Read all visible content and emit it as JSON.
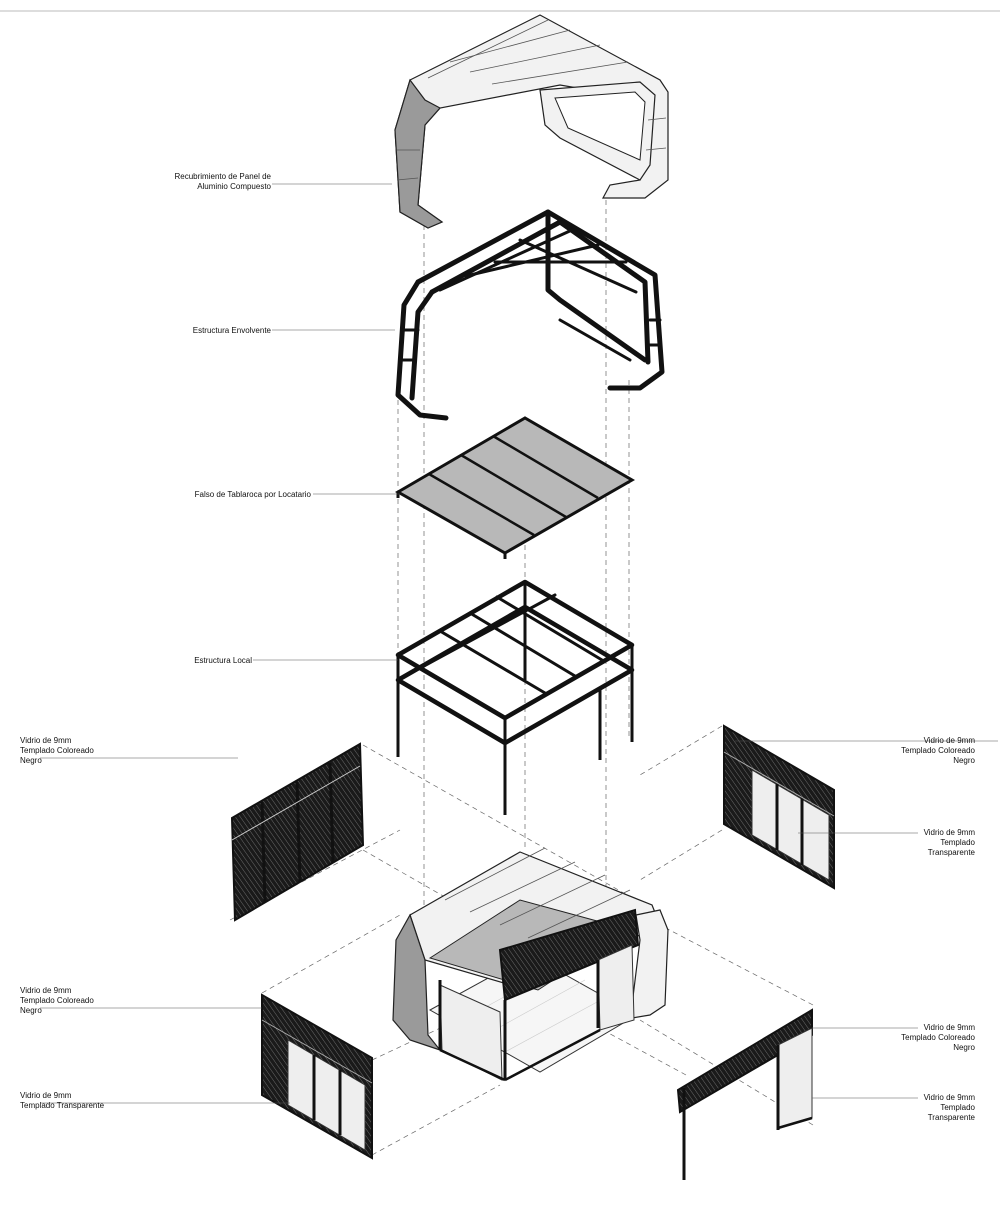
{
  "labels": {
    "cladding": [
      "Recubrimiento de Panel de",
      "Aluminio Compuesto"
    ],
    "envelope_structure": [
      "Estructura Envolvente"
    ],
    "false_ceiling": [
      "Falso de Tablaroca por Locatario"
    ],
    "local_structure": [
      "Estructura Local"
    ],
    "left_upper_glass": [
      "Vidrio de 9mm",
      "Templado Coloreado",
      "Negro"
    ],
    "left_lower_black_glass": [
      "Vidrio de 9mm",
      "Templado Coloreado",
      "Negro"
    ],
    "left_lower_clear_glass": [
      "Vidrio de 9mm",
      "Templado Transparente"
    ],
    "right_upper_black_glass": [
      "Vidrio de 9mm",
      "Templado Coloreado",
      "Negro"
    ],
    "right_upper_clear_glass": [
      "Vidrio de 9mm",
      "Templado",
      "Transparente"
    ],
    "right_lower_black_glass": [
      "Vidrio de 9mm",
      "Templado Coloreado",
      "Negro"
    ],
    "right_lower_clear_glass": [
      "Vidrio de 9mm",
      "Templado",
      "Transparente"
    ]
  },
  "colors": {
    "line": "#111111",
    "cladding": "#f2f2f2",
    "gypsum": "#b8b8b8",
    "tinted_glass": "#1a1a1a",
    "clear_glass": "#eeeeee"
  }
}
